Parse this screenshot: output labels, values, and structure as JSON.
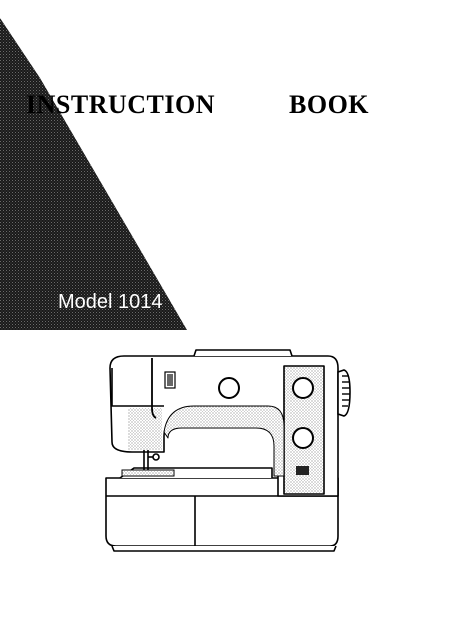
{
  "cover": {
    "title_part1": "INSTRUCTION",
    "title_part2": "BOOK",
    "model_label": "Model 1014"
  },
  "colors": {
    "background": "#ffffff",
    "triangle_shade": "#1c1c1c",
    "ink": "#000000"
  },
  "icons": {
    "illustration": "sewing-machine-illustration"
  }
}
